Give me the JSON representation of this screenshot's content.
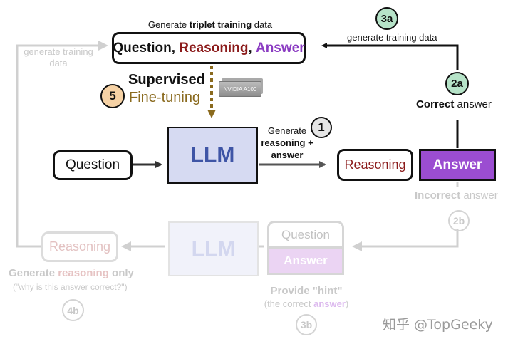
{
  "top": {
    "caption_prefix": "Generate ",
    "caption_bold": "triplet training",
    "caption_suffix": " data",
    "question": "Question",
    "comma1": ", ",
    "reasoning": "Reasoning",
    "comma2": ", ",
    "answer": "Answer"
  },
  "step5": {
    "badge": "5",
    "supervised": "Supervised",
    "finetuning": "Fine-tuning",
    "gpu_label": "NVIDIA A100"
  },
  "main": {
    "question": "Question",
    "llm": "LLM",
    "generate": "Generate",
    "reasoning_plus": "reasoning +",
    "answer_word": "answer",
    "badge1": "1",
    "reasoning_box": "Reasoning",
    "answer_box": "Answer"
  },
  "correct_branch": {
    "badge_3a": "3a",
    "generate_training_data": "generate training data",
    "badge_2a": "2a",
    "correct": "Correct",
    "answer_word": " answer"
  },
  "incorrect_branch": {
    "incorrect": "Incorrect",
    "answer_word": " answer",
    "badge_2b": "2b",
    "question": "Question",
    "answer": "Answer",
    "provide_hint": "Provide \"hint\"",
    "hint_prefix": "(the correct ",
    "hint_answer": "answer",
    "hint_suffix": ")",
    "badge_3b": "3b",
    "llm": "LLM",
    "reasoning": "Reasoning",
    "gen_prefix": "Generate ",
    "gen_reasoning": "reasoning",
    "gen_suffix": " only",
    "why": "(\"why is this answer correct?\")",
    "badge_4b": "4b",
    "gen_training_1": "generate training",
    "gen_training_2": "data"
  },
  "watermark": "知乎 @TopGeeky",
  "colors": {
    "reasoning": "#8b1a1a",
    "answer": "#8b3cc2",
    "answer_fill": "#9b4dd1",
    "llm_fill": "#d6daf2",
    "llm_text": "#3f55a6",
    "finetune": "#8a6a1e",
    "badge_green": "#b6e3c8",
    "badge_orange": "#f6d2a5",
    "faded": "#c9c9c9"
  }
}
